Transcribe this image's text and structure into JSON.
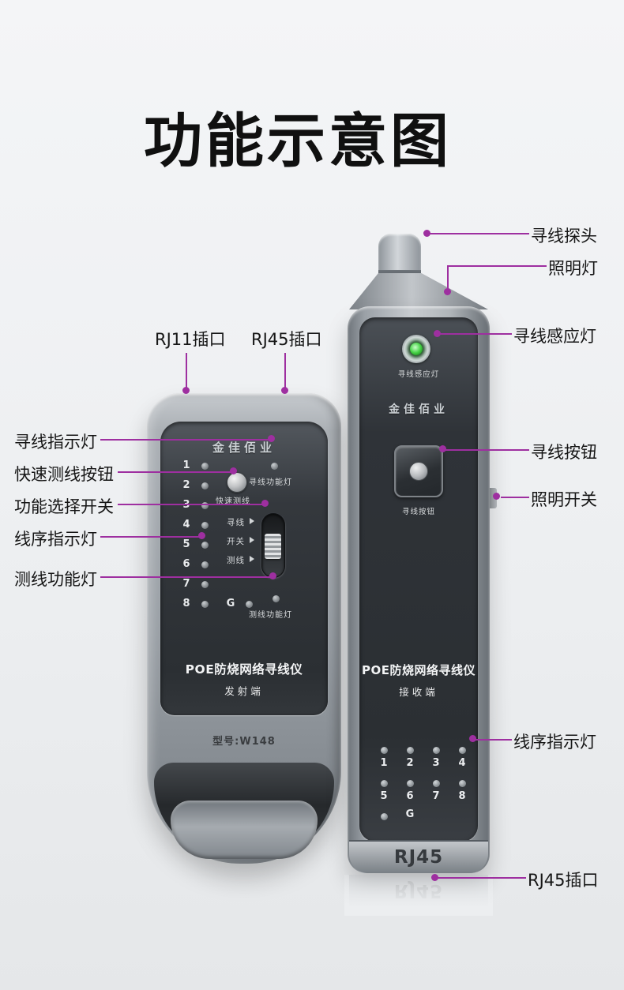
{
  "page": {
    "title": "功能示意图",
    "background": "#eceef0",
    "accent": "#9e2fa0"
  },
  "callouts": {
    "top": [
      {
        "label": "RJ11插口"
      },
      {
        "label": "RJ45插口"
      }
    ],
    "left": [
      {
        "label": "寻线指示灯"
      },
      {
        "label": "快速测线按钮"
      },
      {
        "label": "功能选择开关"
      },
      {
        "label": "线序指示灯"
      },
      {
        "label": "测线功能灯"
      }
    ],
    "right": [
      {
        "label": "寻线探头"
      },
      {
        "label": "照明灯"
      },
      {
        "label": "寻线感应灯"
      },
      {
        "label": "寻线按钮"
      },
      {
        "label": "照明开关"
      },
      {
        "label": "线序指示灯"
      },
      {
        "label": "RJ45插口"
      }
    ]
  },
  "transmitter": {
    "brand": "金佳佰业",
    "led_numbers": [
      "1",
      "2",
      "3",
      "4",
      "5",
      "6",
      "7",
      "8"
    ],
    "ground_label": "G",
    "tracer_light_label": "寻线功能灯",
    "quick_test_button_label": "快速测线",
    "switch_options": [
      {
        "label": "寻线"
      },
      {
        "label": "开关"
      },
      {
        "label": "测线"
      }
    ],
    "test_light_label": "测线功能灯",
    "product_name": "POE防烧网络寻线仪",
    "end_label": "发射端",
    "model": "型号:W148"
  },
  "receiver": {
    "sensor_light_label": "寻线感应灯",
    "brand": "金佳佰业",
    "button_label": "寻线按钮",
    "product_name": "POE防烧网络寻线仪",
    "end_label": "接收端",
    "led_numbers": [
      "1",
      "2",
      "3",
      "4",
      "5",
      "6",
      "7",
      "8"
    ],
    "ground_label": "G",
    "port_label": "RJ45"
  }
}
